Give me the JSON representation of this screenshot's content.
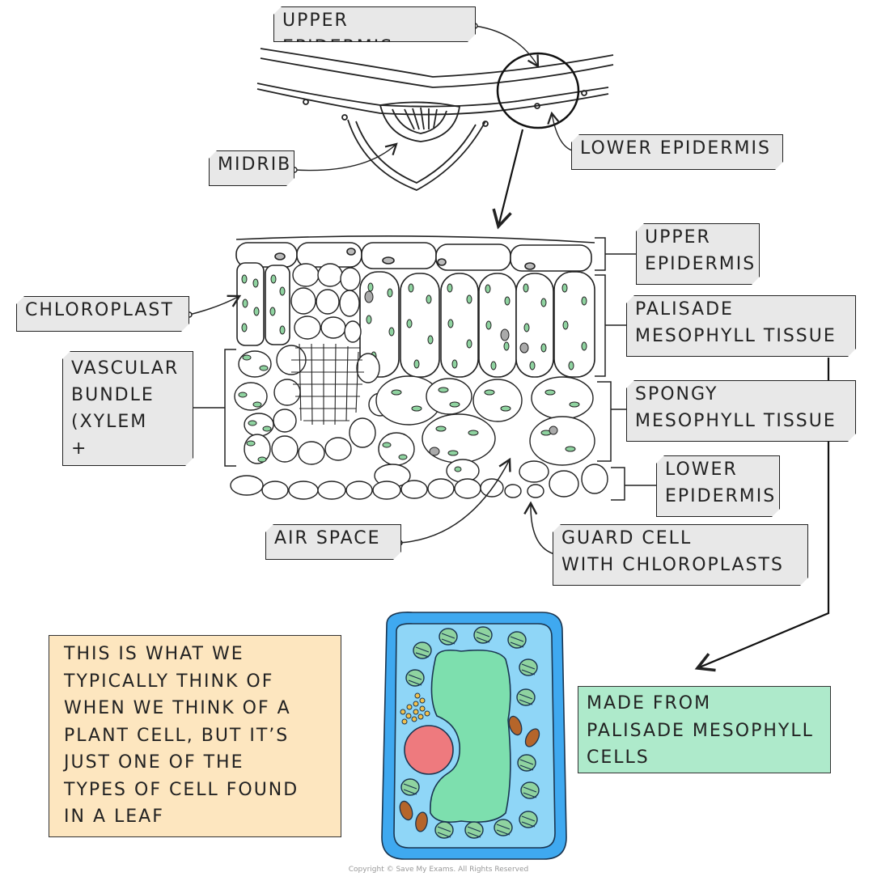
{
  "labels": {
    "upper_epidermis_top": "UPPER EPIDERMIS",
    "midrib": "MIDRIB",
    "lower_epidermis_top": "LOWER EPIDERMIS",
    "chloroplast": "CHLOROPLAST",
    "vascular_bundle": "VASCULAR\nBUNDLE\n(XYLEM\n+ PHLOEM)",
    "upper_epidermis": "UPPER\nEPIDERMIS",
    "palisade": "PALISADE\nMESOPHYLL TISSUE",
    "spongy": "SPONGY\nMESOPHYLL TISSUE",
    "lower_epidermis": "LOWER\nEPIDERMIS",
    "air_space": "AIR SPACE",
    "guard_cell": "GUARD CELL\nWITH CHLOROPLASTS"
  },
  "notes": {
    "plant_cell_note": "THIS IS WHAT WE\nTYPICALLY THINK OF\nWHEN WE THINK OF A\nPLANT CELL, BUT IT’S\nJUST ONE OF THE\nTYPES OF CELL FOUND\nIN A LEAF",
    "made_from": "MADE FROM\nPALISADE MESOPHYLL\nCELLS"
  },
  "copyright": "Copyright © Save My Exams. All Rights Reserved",
  "colors": {
    "label_bg": "#e8e8e8",
    "note_orange": "#fde6bf",
    "note_green": "#aeeacb",
    "chloroplast_green": "#8fd3a0",
    "cell_wall_blue": "#3fa9f0",
    "cytoplasm_blue": "#8fd6f7",
    "vacuole_green": "#7ddfae",
    "nucleus_red": "#ee7a7e",
    "mitochondria_brown": "#b5652a"
  }
}
